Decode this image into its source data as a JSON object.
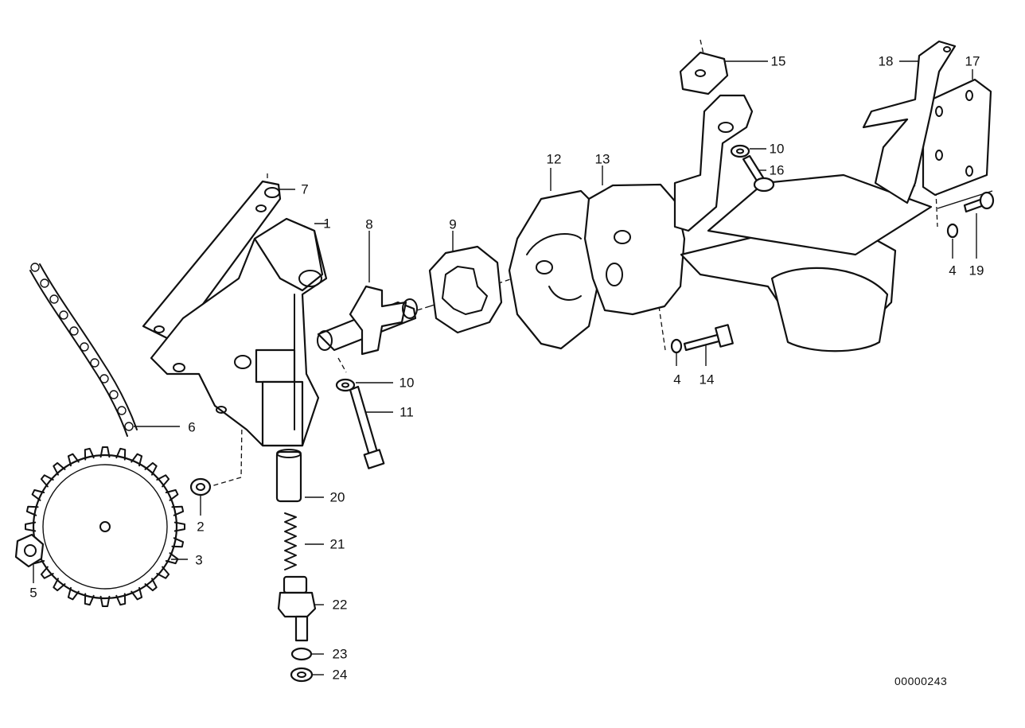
{
  "diagram": {
    "callouts": [
      "1",
      "2",
      "3",
      "4",
      "4",
      "5",
      "6",
      "7",
      "8",
      "9",
      "10",
      "10",
      "11",
      "12",
      "13",
      "14",
      "15",
      "16",
      "17",
      "18",
      "19",
      "20",
      "21",
      "22",
      "23",
      "24"
    ],
    "reference_number": "00000243"
  }
}
